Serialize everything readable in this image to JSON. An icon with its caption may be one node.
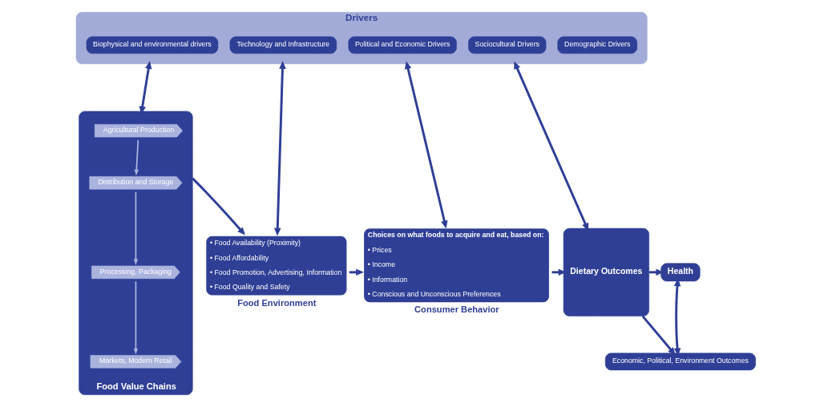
{
  "diagram": {
    "nodes": [
      {
        "text": [
          "Drivers"
        ]
      },
      {
        "text": [
          "Biophysical and environmental drivers"
        ],
        "in": 0
      },
      {
        "text": [
          "Technology and Infrastructure"
        ],
        "in": 0
      },
      {
        "text": [
          "Political and Economic Drivers"
        ],
        "in": 0
      },
      {
        "text": [
          "Sociocultural Drivers"
        ],
        "in": 0
      },
      {
        "text": [
          "Demographic Drivers"
        ],
        "in": 0
      },
      {
        "text": [
          "Food Value Chains"
        ]
      },
      {
        "text": [
          "Agricultural Production"
        ],
        "in": 6
      },
      {
        "text": [
          "Distribution and Storage"
        ],
        "in": 6
      },
      {
        "text": [
          "Processing, Packaging"
        ],
        "in": 6
      },
      {
        "text": [
          "Markets, Modern Retail"
        ],
        "in": 6
      },
      {
        "text": [
          "• Food Availability (Proximity)",
          "• Food Affordability",
          "• Food Promotion, Advertising, Information",
          "• Food Quality and Safety",
          "Food Environment"
        ]
      },
      {
        "text": [
          "Choices on what foods to acquire and eat, based on:",
          "• Prices",
          "• Income",
          "• Information",
          "• Conscious and Unconscious Preferences",
          "Consumer Behavior"
        ]
      },
      {
        "text": [
          "Dietary Outcomes"
        ]
      },
      {
        "text": [
          "Health"
        ]
      },
      {
        "text": [
          "Economic, Political, Environment Outcomes"
        ]
      }
    ],
    "edges": [
      {
        "from": 0,
        "to": 6,
        "arrow": "both"
      },
      {
        "from": 0,
        "to": 11,
        "arrow": "both"
      },
      {
        "from": 0,
        "to": 12,
        "arrow": "both"
      },
      {
        "from": 0,
        "to": 13,
        "arrow": "both"
      },
      {
        "from": 7,
        "to": 8,
        "arrow": "to",
        "color": "#a9b3de"
      },
      {
        "from": 8,
        "to": 9,
        "arrow": "to",
        "color": "#a9b3de"
      },
      {
        "from": 9,
        "to": 10,
        "arrow": "to",
        "color": "#a9b3de"
      },
      {
        "from": 6,
        "to": 11,
        "arrow": "to"
      },
      {
        "from": 11,
        "to": 12,
        "arrow": "to"
      },
      {
        "from": 12,
        "to": 13,
        "arrow": "to"
      },
      {
        "from": 13,
        "to": 14,
        "arrow": "to"
      },
      {
        "from": 13,
        "to": 15,
        "arrow": "to"
      },
      {
        "from": 14,
        "to": 15,
        "arrow": "both"
      }
    ]
  }
}
